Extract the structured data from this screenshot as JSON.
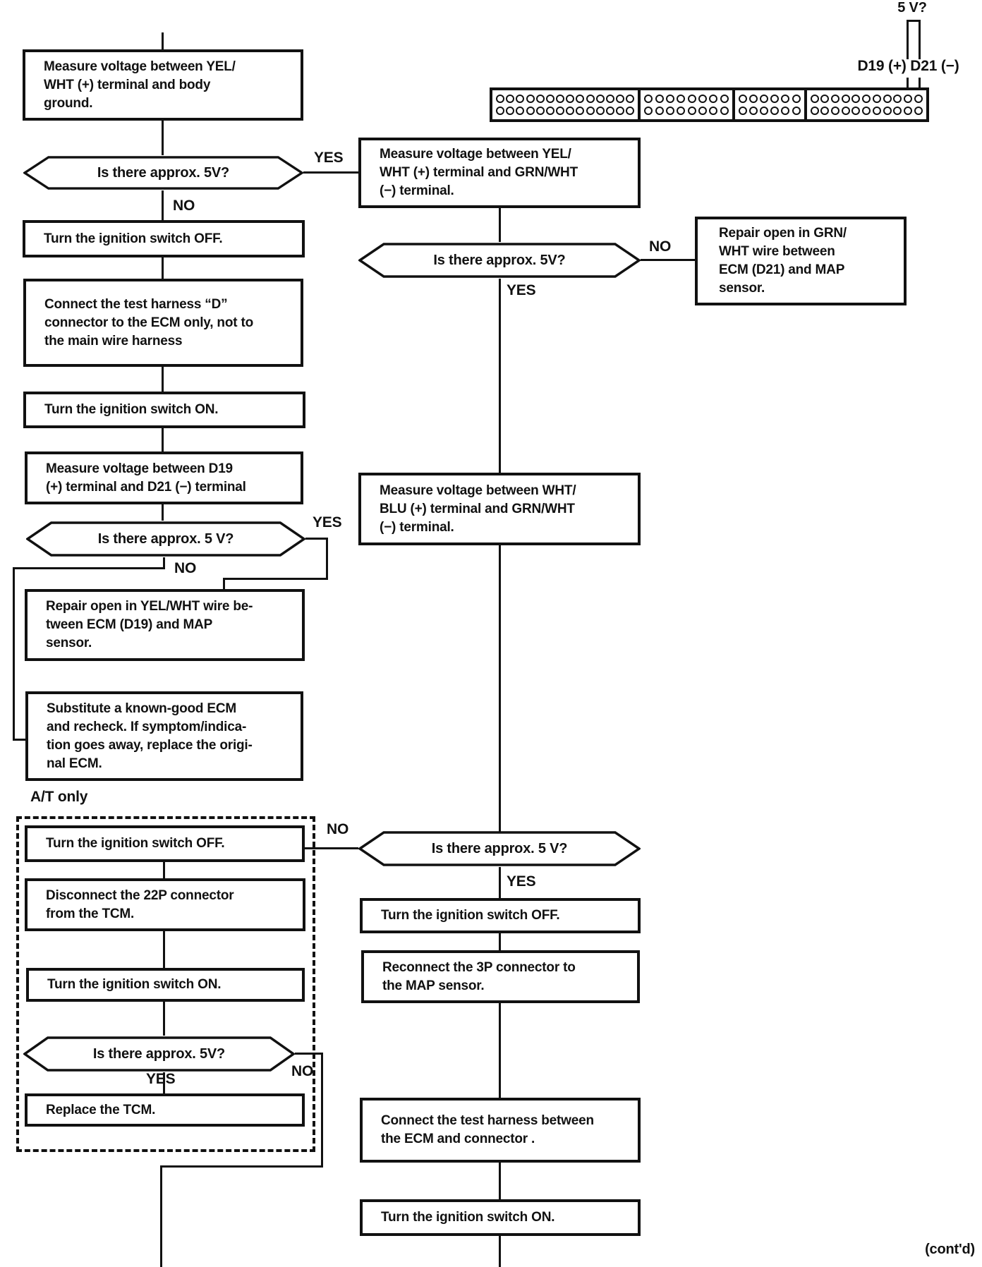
{
  "page": {
    "contd": "(cont'd)"
  },
  "labels": {
    "yes": "YES",
    "no": "NO",
    "at_only": "A/T only"
  },
  "connector": {
    "sections": [
      14,
      8,
      6,
      11
    ],
    "probe_label": "5 V?",
    "terminals_label": "D19 (+) D21 (−)"
  },
  "decisions": {
    "approx_5v": "Is there approx. 5V?",
    "approx_5_v": "Is there approx. 5 V?"
  },
  "steps": {
    "measure_yel_body": {
      "lines": [
        "Measure voltage between YEL/",
        "WHT (+) terminal and body",
        "ground."
      ]
    },
    "turn_off": "Turn the ignition switch OFF.",
    "connect_test_harness_d": {
      "lines": [
        "Connect the test harness “D”",
        "connector to the ECM only, not to",
        "the main wire harness"
      ]
    },
    "turn_on": "Turn the ignition switch ON.",
    "measure_d19_d21": {
      "lines": [
        "Measure voltage between D19",
        "(+) terminal and D21 (−) terminal"
      ]
    },
    "repair_yel_wht": {
      "lines": [
        "Repair open in YEL/WHT wire be-",
        "tween ECM (D19) and MAP",
        "sensor."
      ]
    },
    "substitute_ecm": {
      "lines": [
        "Substitute a known-good ECM",
        "and recheck. If symptom/indica-",
        "tion goes away, replace the origi-",
        "nal ECM."
      ]
    },
    "disconnect_22p": {
      "lines": [
        "Disconnect the 22P connector",
        "from the TCM."
      ]
    },
    "replace_tcm": "Replace the TCM.",
    "measure_yel_grn": {
      "lines": [
        "Measure voltage between YEL/",
        "WHT (+) terminal and GRN/WHT",
        "(−) terminal."
      ]
    },
    "repair_grn_wht": {
      "lines": [
        "Repair open in GRN/",
        "WHT wire between",
        "ECM (D21) and MAP",
        "sensor."
      ]
    },
    "measure_whtblu_grn": {
      "lines": [
        "Measure voltage between WHT/",
        "BLU (+) terminal and GRN/WHT",
        "(−) terminal."
      ]
    },
    "reconnect_3p": {
      "lines": [
        "Reconnect the 3P connector to",
        "the MAP sensor."
      ]
    },
    "connect_test_harness_ecm": {
      "lines": [
        "Connect the test harness between",
        "the ECM and connector ."
      ]
    }
  }
}
